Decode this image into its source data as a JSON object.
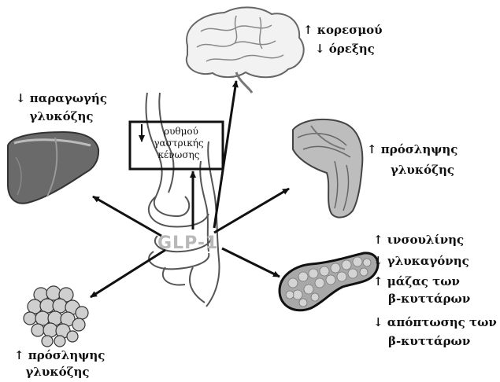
{
  "center_label": "GLP-1",
  "gastric_box": {
    "line1": "ρυθμού",
    "line2": "γαστρικής",
    "line3": "κένωσης"
  },
  "brain": {
    "icon": "brain-icon",
    "line1": "↑ κορεσμού",
    "line2": "↓ όρεξης"
  },
  "liver": {
    "icon": "liver-icon",
    "line1": "↓ παραγωγής",
    "line2": "γλυκόζης"
  },
  "muscle": {
    "icon": "muscle-icon",
    "line1": "↑ πρόσληψης",
    "line2": "γλυκόζης"
  },
  "pancreas": {
    "icon": "pancreas-icon",
    "line1": "↑ ινσουλίνης",
    "line2": "↓ γλυκαγόνης",
    "line3": "↑ μάζας των",
    "line4": "β-κυττάρων",
    "line5": "↓ απόπτωσης των",
    "line6": "β-κυττάρων"
  },
  "fat": {
    "icon": "adipose-tissue-icon",
    "line1": "↑ πρόσληψης",
    "line2": "γλυκόζης"
  },
  "colors": {
    "ink": "#111111",
    "organ_dark": "#444444",
    "organ_light": "#d8d8d8"
  }
}
